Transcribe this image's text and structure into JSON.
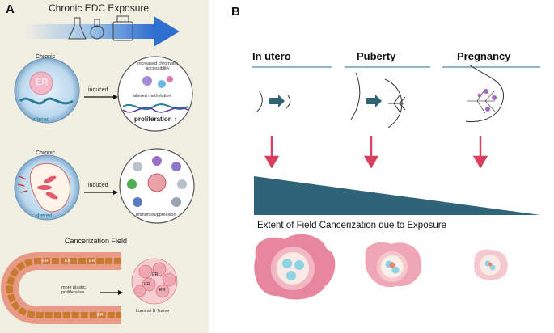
{
  "panel_a": {
    "letter": "A",
    "title": "Chronic EDC Exposure",
    "top": {
      "left_label": "Chronic",
      "er_label": "ER",
      "left_bottom": "altered",
      "arrow_label": "induced",
      "chromatin": "increased chromatin accessibility",
      "methylation": "altered methylation",
      "proliferation": "proliferation"
    },
    "middle": {
      "left_label": "Chronic",
      "left_bottom": "altered",
      "arrow_label": "induced",
      "right_bottom": "Immunosuppression"
    },
    "bottom": {
      "title": "Cancerization Field",
      "er": "ER",
      "arrow_text": "more plastic, proliferative",
      "tumor_label": "Luminal B Tumor"
    }
  },
  "panel_b": {
    "letter": "B",
    "stages": [
      "In utero",
      "Puberty",
      "Pregnancy"
    ],
    "extent_label": "Extent of Field Cancerization due to Exposure"
  },
  "colors": {
    "arrow_red": "#d9405f",
    "triangle": "#2f6378",
    "stage_line": "#4a8aa8",
    "panel_a_bg": "#f1eee2"
  }
}
